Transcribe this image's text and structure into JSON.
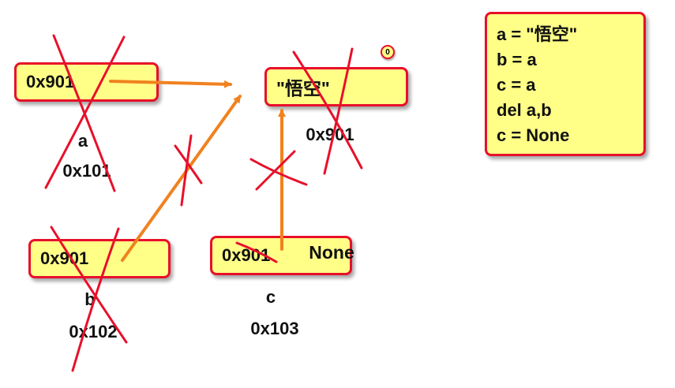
{
  "var_a": {
    "value": "0x901",
    "name": "a",
    "address": "0x101"
  },
  "var_b": {
    "value": "0x901",
    "name": "b",
    "address": "0x102"
  },
  "var_c": {
    "value": "0x901",
    "new_value": "None",
    "name": "c",
    "address": "0x103"
  },
  "object": {
    "value": "\"悟空\"",
    "address": "0x901",
    "refcount": "0"
  },
  "code": [
    "a = \"悟空\"",
    "b = a",
    "c = a",
    "del a,b",
    "c = None"
  ],
  "colors": {
    "box_fill": "#ffff88",
    "box_border": "#e8102a",
    "arrow": "#f0821e",
    "cross": "#e8102a"
  }
}
